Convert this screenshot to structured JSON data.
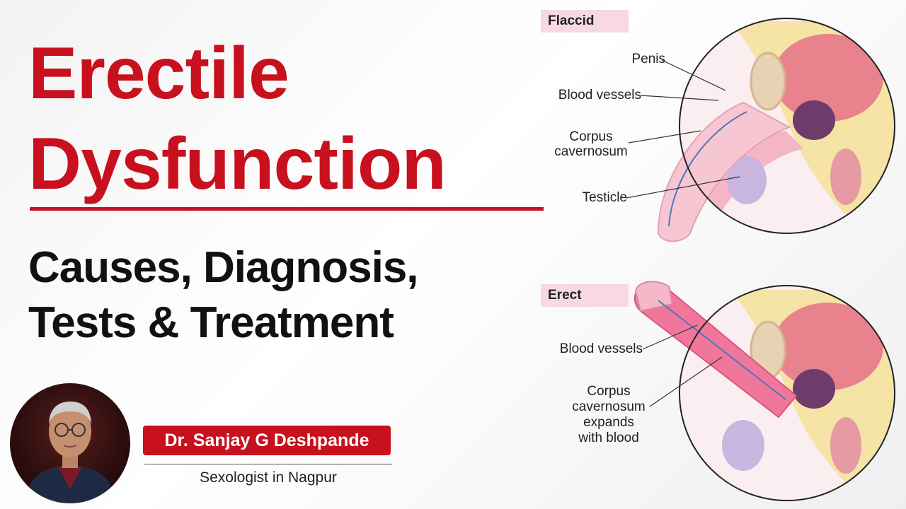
{
  "title": {
    "line1": "Erectile",
    "line2": "Dysfunction",
    "subtitle_line1": "Causes, Diagnosis,",
    "subtitle_line2": "Tests & Treatment"
  },
  "doctor": {
    "name": "Dr. Sanjay G Deshpande",
    "role": "Sexologist in Nagpur"
  },
  "diagram": {
    "flaccid": {
      "tag": "Flaccid",
      "labels": {
        "penis": "Penis",
        "blood_vessels": "Blood vessels",
        "corpus_1": "Corpus",
        "corpus_2": "cavernosum",
        "testicle": "Testicle"
      }
    },
    "erect": {
      "tag": "Erect",
      "labels": {
        "blood_vessels": "Blood vessels",
        "corpus_1": "Corpus",
        "corpus_2": "cavernosum",
        "corpus_3": "expands",
        "corpus_4": "with blood"
      }
    }
  },
  "colors": {
    "brand_red": "#c8101e",
    "tag_pink": "#f8d9e2"
  }
}
